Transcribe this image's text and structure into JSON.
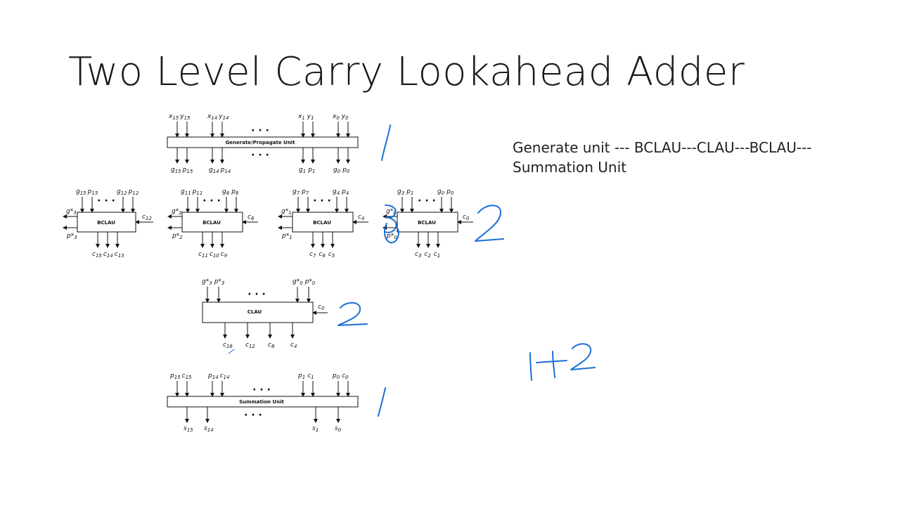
{
  "title": "Two Level Carry Lookahead Adder",
  "note": "Generate unit --- BCLAU---CLAU---BCLAU---Summation Unit",
  "blocks": {
    "gp_unit": "Generate/Propagate Unit",
    "bclau": "BCLAU",
    "clau": "CLAU",
    "sum_unit": "Summation Unit"
  },
  "gp_inputs": [
    "x15 y15",
    "x14 y14",
    "x1 y1",
    "x0 y0"
  ],
  "gp_outputs": [
    "g15 p15",
    "g14 p14",
    "g1 p1",
    "g0 p0"
  ],
  "ellipsis": "· · ·",
  "handwriting": [
    "1",
    "2",
    "2",
    "1",
    "1+2"
  ],
  "colors": {
    "ink": "#1a6fd6",
    "text": "#111111"
  }
}
